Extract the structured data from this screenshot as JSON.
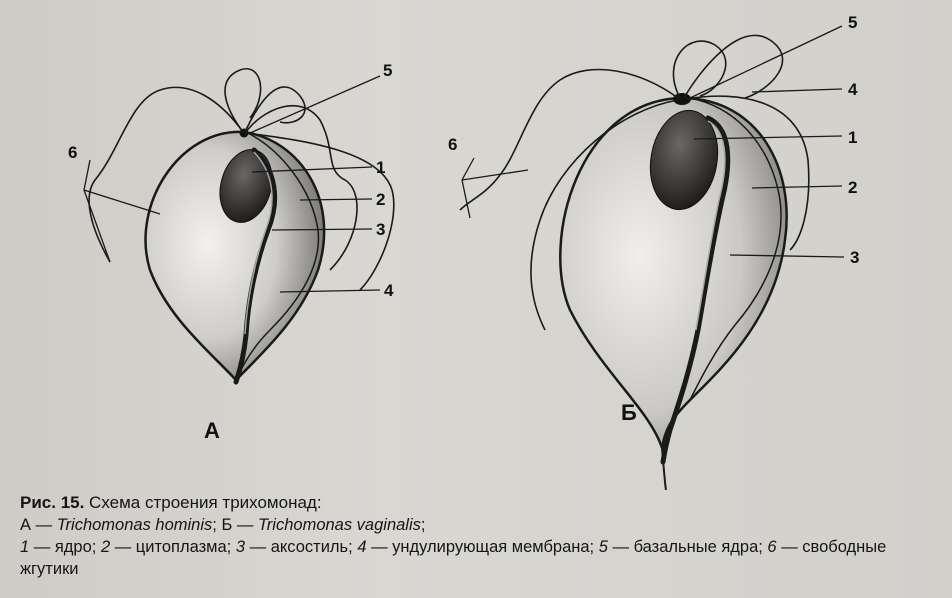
{
  "figure": {
    "panel_a": "А",
    "panel_b": "Б",
    "labels_a": {
      "l1": "1",
      "l2": "2",
      "l3": "3",
      "l4": "4",
      "l5": "5",
      "l6": "6"
    },
    "labels_b": {
      "l1": "1",
      "l2": "2",
      "l3": "3",
      "l4": "4",
      "l5": "5",
      "l6": "6"
    }
  },
  "caption": {
    "fig_number": "Рис. 15.",
    "title": " Схема строения трихомонад:",
    "a_prefix": "А — ",
    "a_species": "Trichomonas hominis",
    "b_prefix": "; Б — ",
    "b_species": "Trichomonas vaginalis",
    "b_suffix": ";",
    "legend_1_num": "1",
    "legend_1": " — ядро; ",
    "legend_2_num": "2",
    "legend_2": " — цитоплазма; ",
    "legend_3_num": "3",
    "legend_3": " — аксостиль; ",
    "legend_4_num": "4",
    "legend_4": " — ундулирующая мембрана; ",
    "legend_5_num": "5",
    "legend_5": " — базальные ядра; ",
    "legend_6_num": "6",
    "legend_6": " — свободные жгутики"
  }
}
